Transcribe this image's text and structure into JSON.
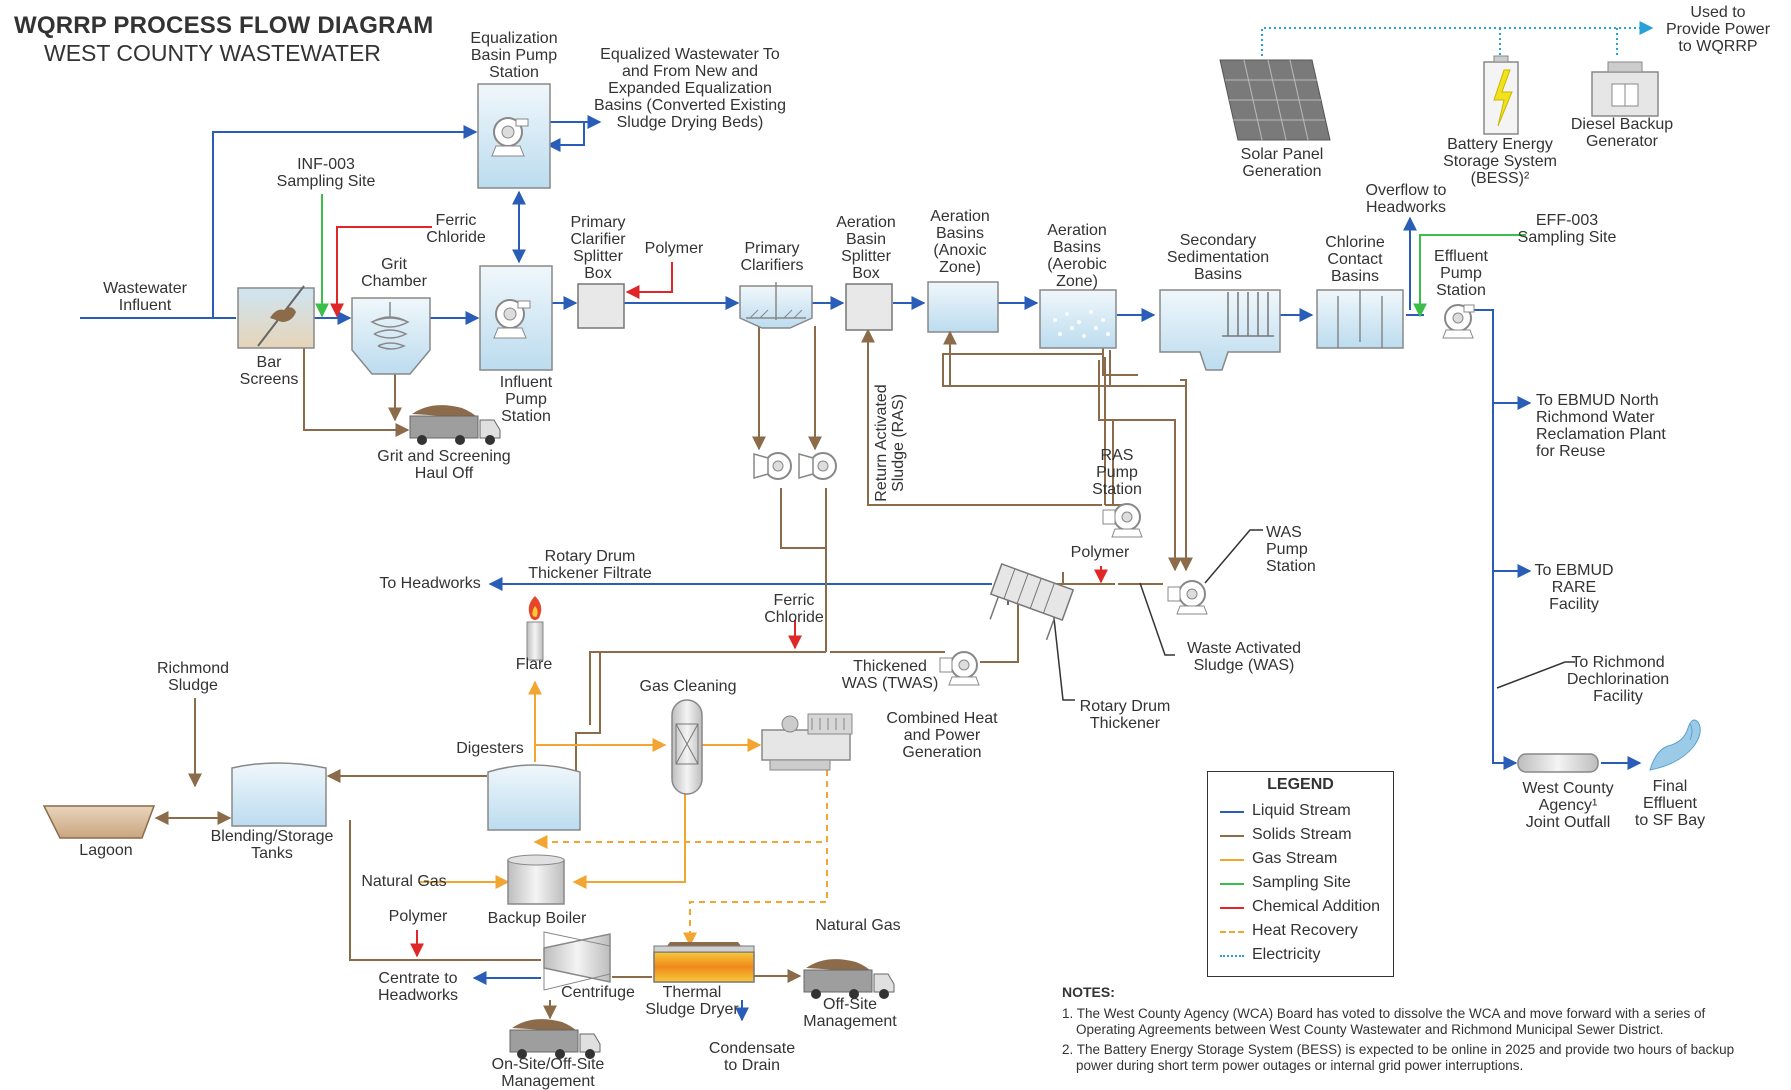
{
  "header": {
    "title": "WQRRP PROCESS FLOW DIAGRAM",
    "subtitle": "WEST COUNTY WASTEWATER"
  },
  "labels": {
    "equalization_pump_station": "Equalization\nBasin Pump\nStation",
    "equalized_wastewater": "Equalized Wastewater To\nand From New and\nExpanded Equalization\nBasins (Converted Existing\nSludge Drying Beds)",
    "inf003": "INF-003\nSampling Site",
    "ferric_chloride_1": "Ferric\nChloride",
    "grit_chamber": "Grit\nChamber",
    "wastewater_influent": "Wastewater\nInfluent",
    "bar_screens": "Bar\nScreens",
    "influent_pump_station": "Influent\nPump\nStation",
    "grit_haul_off": "Grit and Screening\nHaul Off",
    "primary_splitter": "Primary\nClarifier\nSplitter\nBox",
    "polymer_1": "Polymer",
    "primary_clarifiers": "Primary\nClarifiers",
    "aeration_splitter": "Aeration\nBasin\nSplitter\nBox",
    "aeration_anoxic": "Aeration\nBasins\n(Anoxic\nZone)",
    "aeration_aerobic": "Aeration\nBasins\n(Aerobic\nZone)",
    "secondary_sedimentation": "Secondary\nSedimentation\nBasins",
    "chlorine_contact": "Chlorine\nContact\nBasins",
    "overflow_headworks": "Overflow to\nHeadworks",
    "eff003": "EFF-003\nSampling Site",
    "effluent_pump_station": "Effluent\nPump\nStation",
    "solar": "Solar Panel\nGeneration",
    "bess": "Battery Energy\nStorage System\n(BESS)²",
    "diesel": "Diesel Backup\nGenerator",
    "used_to_power": "Used to\nProvide Power\nto WQRRP",
    "return_activated_sludge": "Return Activated\nSludge (RAS)",
    "ras_pump_station": "RAS\nPump\nStation",
    "rotary_drum_filtrate": "Rotary Drum\nThickener Filtrate",
    "to_headworks": "To Headworks",
    "polymer_2": "Polymer",
    "was_pump_station": "WAS\nPump\nStation",
    "ferric_chloride_2": "Ferric\nChloride",
    "twas": "Thickened\nWAS (TWAS)",
    "waste_activated_sludge": "Waste Activated\nSludge (WAS)",
    "rotary_drum_thickener": "Rotary Drum\nThickener",
    "flare": "Flare",
    "richmond_sludge": "Richmond\nSludge",
    "gas_cleaning": "Gas Cleaning",
    "chp": "Combined Heat\nand Power\nGeneration",
    "digesters": "Digesters",
    "lagoon": "Lagoon",
    "blending_tanks": "Blending/Storage\nTanks",
    "natural_gas_1": "Natural Gas",
    "backup_boiler": "Backup Boiler",
    "polymer_3": "Polymer",
    "natural_gas_2": "Natural Gas",
    "centrate": "Centrate to\nHeadworks",
    "centrifuge": "Centrifuge",
    "thermal_dryer": "Thermal\nSludge Dryer",
    "offsite_management": "Off-Site\nManagement",
    "condensate": "Condensate\nto Drain",
    "onsite_offsite": "On-Site/Off-Site\nManagement",
    "ebmud_north": "To EBMUD North\nRichmond Water\nReclamation Plant\nfor Reuse",
    "ebmud_rare": "To EBMUD\nRARE\nFacility",
    "richmond_dechlor": "To Richmond\nDechlorination\nFacility",
    "west_county_outfall": "West County\nAgency¹\nJoint Outfall",
    "final_effluent": "Final\nEffluent\nto SF Bay"
  },
  "legend": {
    "title": "LEGEND",
    "items": [
      {
        "label": "Liquid Stream",
        "color": "#2a5db8",
        "style": "solid"
      },
      {
        "label": "Solids Stream",
        "color": "#8b6b4a",
        "style": "solid"
      },
      {
        "label": "Gas Stream",
        "color": "#f2a531",
        "style": "solid"
      },
      {
        "label": "Sampling Site",
        "color": "#3bbf4a",
        "style": "solid"
      },
      {
        "label": "Chemical Addition",
        "color": "#e02727",
        "style": "solid"
      },
      {
        "label": "Heat Recovery",
        "color": "#f2a531",
        "style": "dashed"
      },
      {
        "label": "Electricity",
        "color": "#28a0d8",
        "style": "dotted"
      }
    ]
  },
  "notes": {
    "heading": "NOTES:",
    "items": [
      "1. The West County Agency (WCA) Board has voted to dissolve the WCA and move forward with a series of Operating Agreements between West County Wastewater and Richmond Municipal Sewer District.",
      "2. The Battery Energy Storage System (BESS) is expected to be online in 2025 and provide two hours of backup power during short term power outages or internal grid power interruptions."
    ]
  },
  "colors": {
    "liquid": "#2a5db8",
    "solids": "#8b6b4a",
    "gas": "#f2a531",
    "sampling": "#3bbf4a",
    "chemical": "#e02727",
    "electricity": "#28a0d8",
    "tank_fill": "#d8ecf6",
    "equipment_stroke": "#8a8a8a"
  }
}
